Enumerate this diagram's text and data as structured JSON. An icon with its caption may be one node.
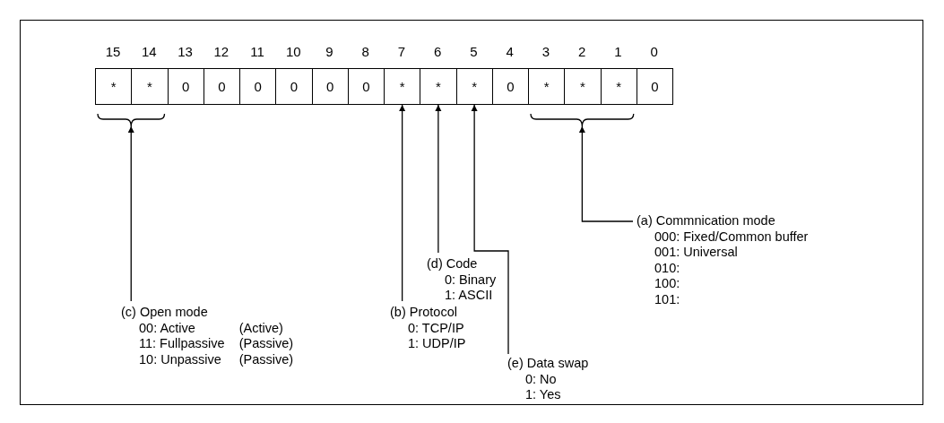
{
  "diagram": {
    "nodes": [
      {
        "text": [
          "*"
        ]
      },
      {
        "text": [
          "*"
        ]
      },
      {
        "text": [
          "0"
        ]
      },
      {
        "text": [
          "0"
        ]
      },
      {
        "text": [
          "0"
        ]
      },
      {
        "text": [
          "0"
        ]
      },
      {
        "text": [
          "0"
        ]
      },
      {
        "text": [
          "0"
        ]
      },
      {
        "text": [
          "*"
        ]
      },
      {
        "text": [
          "*"
        ]
      },
      {
        "text": [
          "*"
        ]
      },
      {
        "text": [
          "0"
        ]
      },
      {
        "text": [
          "*"
        ]
      },
      {
        "text": [
          "*"
        ]
      },
      {
        "text": [
          "*"
        ]
      },
      {
        "text": [
          "0"
        ]
      },
      {
        "text": [],
        "shape": "bracket"
      },
      {
        "text": [],
        "shape": "bracket"
      },
      {
        "text": [
          "(a) Commnication mode",
          "000: Fixed/Common buffer",
          "001: Universal",
          "010:",
          "100:",
          "101:"
        ]
      },
      {
        "text": [
          "(d) Code",
          "0: Binary",
          "1: ASCII"
        ]
      },
      {
        "text": [
          "(c) Open mode",
          "00: Active",
          "(Active)",
          "11: Fullpassive",
          "(Passive)",
          "10: Unpassive",
          "(Passive)"
        ]
      },
      {
        "text": [
          "(b) Protocol",
          "0: TCP/IP",
          "1: UDP/IP"
        ]
      },
      {
        "text": [
          "(e) Data swap",
          "0: No",
          "1: Yes"
        ]
      }
    ],
    "edges": [
      {
        "from": 18,
        "to": 17,
        "arrow": "to"
      },
      {
        "from": 19,
        "to": 9,
        "arrow": "to"
      },
      {
        "from": 20,
        "to": 16,
        "arrow": "to"
      },
      {
        "from": 21,
        "to": 8,
        "arrow": "to"
      },
      {
        "from": 22,
        "to": 10,
        "arrow": "to"
      }
    ],
    "labels": [
      "15",
      "14",
      "13",
      "12",
      "11",
      "10",
      "9",
      "8",
      "7",
      "6",
      "5",
      "4",
      "3",
      "2",
      "1",
      "0"
    ]
  }
}
